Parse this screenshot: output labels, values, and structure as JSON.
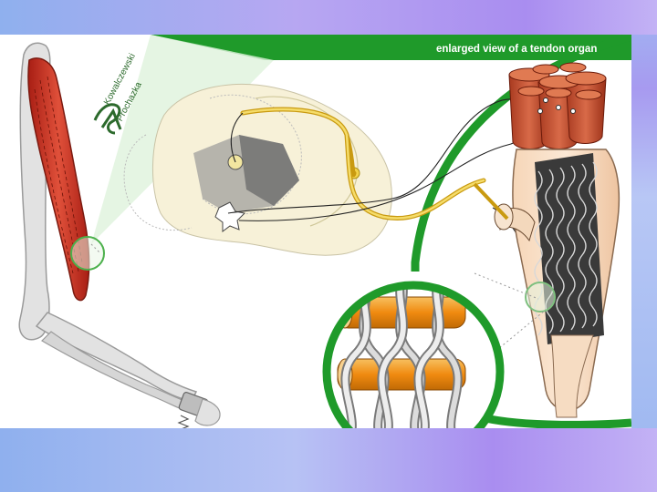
{
  "slide": {
    "background_colors": [
      "#9fb8f2",
      "#a98df0",
      "#b7c2f4"
    ]
  },
  "figure": {
    "caption_top": "enlarged view of a tendon organ",
    "caption_bottom": "",
    "logo": {
      "line1": "Kowalczewski",
      "line2": "Prochazka"
    },
    "colors": {
      "frame_green": "#1f9a2a",
      "muscle_red": "#d23a2a",
      "tendon_orange": "#f0a23a",
      "nerve_yellow": "#e6c23a",
      "bone_grey": "#d0d0d0"
    }
  }
}
